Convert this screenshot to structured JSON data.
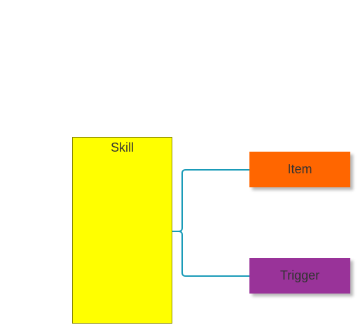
{
  "diagram": {
    "skill": {
      "label": "Skill",
      "color": "#ffff00"
    },
    "children": [
      {
        "label": "Item",
        "color": "#ff6600"
      },
      {
        "label": "Trigger",
        "color": "#993399"
      }
    ],
    "connector_color": "#1a9bb8"
  }
}
